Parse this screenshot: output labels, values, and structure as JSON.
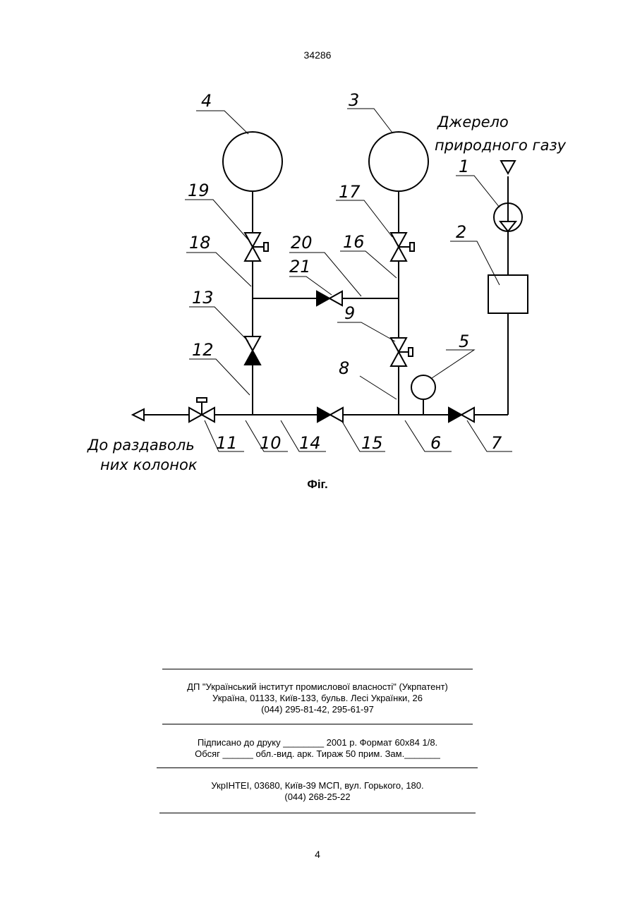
{
  "header": {
    "doc_number": "34286"
  },
  "figure": {
    "caption": "Фіг.",
    "labels": {
      "source_line1": "Джерело",
      "source_line2": "природного газу",
      "dest_line1": "До раздаволь",
      "dest_line2": "них колонок"
    },
    "numbers": [
      "4",
      "3",
      "1",
      "2",
      "19",
      "17",
      "18",
      "20",
      "16",
      "21",
      "13",
      "9",
      "5",
      "12",
      "8",
      "11",
      "10",
      "14",
      "15",
      "6",
      "7"
    ]
  },
  "imprint": {
    "block1": [
      "ДП \"Український інститут промислової власності\" (Укрпатент)",
      "Україна, 01133, Київ-133, бульв. Лесі Українки, 26",
      "(044) 295-81-42, 295-61-97"
    ],
    "block2": [
      "Підписано до друку ________ 2001 р.    Формат 60х84 1/8.",
      "Обсяг ______ обл.-вид. арк.   Тираж 50 прим.    Зам._______"
    ],
    "block3": [
      "УкрІНТЕІ, 03680, Київ-39 МСП, вул. Горького, 180.",
      "(044) 268-25-22"
    ]
  },
  "footer": {
    "page_number": "4"
  }
}
